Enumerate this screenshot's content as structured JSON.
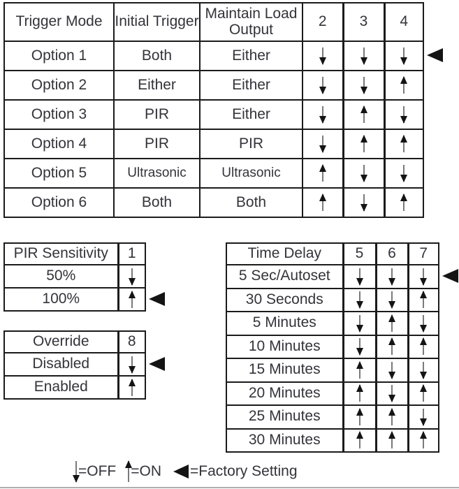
{
  "trigger_table": {
    "headers": [
      "Trigger Mode",
      "Initial Trigger",
      "Maintain Load Output",
      "2",
      "3",
      "4"
    ],
    "rows": [
      {
        "option": "Option 1",
        "initial": "Both",
        "maintain": "Either",
        "switches": [
          "down",
          "down",
          "down"
        ],
        "factory": true
      },
      {
        "option": "Option 2",
        "initial": "Either",
        "maintain": "Either",
        "switches": [
          "down",
          "down",
          "up"
        ],
        "factory": false
      },
      {
        "option": "Option 3",
        "initial": "PIR",
        "maintain": "Either",
        "switches": [
          "down",
          "up",
          "down"
        ],
        "factory": false
      },
      {
        "option": "Option 4",
        "initial": "PIR",
        "maintain": "PIR",
        "switches": [
          "down",
          "up",
          "up"
        ],
        "factory": false
      },
      {
        "option": "Option 5",
        "initial": "Ultrasonic",
        "maintain": "Ultrasonic",
        "switches": [
          "up",
          "down",
          "down"
        ],
        "factory": false
      },
      {
        "option": "Option 6",
        "initial": "Both",
        "maintain": "Both",
        "switches": [
          "up",
          "down",
          "up"
        ],
        "factory": false
      }
    ]
  },
  "pir_table": {
    "title": "PIR Sensitivity",
    "switch_no": "1",
    "rows": [
      {
        "label": "50%",
        "switch": "down",
        "factory": false
      },
      {
        "label": "100%",
        "switch": "up",
        "factory": true
      }
    ]
  },
  "override_table": {
    "title": "Override",
    "switch_no": "8",
    "rows": [
      {
        "label": "Disabled",
        "switch": "down",
        "factory": true
      },
      {
        "label": "Enabled",
        "switch": "up",
        "factory": false
      }
    ]
  },
  "time_delay_table": {
    "title": "Time Delay",
    "switch_nos": [
      "5",
      "6",
      "7"
    ],
    "rows": [
      {
        "label": "5 Sec/Autoset",
        "switches": [
          "down",
          "down",
          "down"
        ],
        "factory": true
      },
      {
        "label": "30 Seconds",
        "switches": [
          "down",
          "down",
          "up"
        ],
        "factory": false
      },
      {
        "label": "5 Minutes",
        "switches": [
          "down",
          "up",
          "down"
        ],
        "factory": false
      },
      {
        "label": "10 Minutes",
        "switches": [
          "down",
          "up",
          "up"
        ],
        "factory": false
      },
      {
        "label": "15 Minutes",
        "switches": [
          "up",
          "down",
          "down"
        ],
        "factory": false
      },
      {
        "label": "20 Minutes",
        "switches": [
          "up",
          "down",
          "up"
        ],
        "factory": false
      },
      {
        "label": "25 Minutes",
        "switches": [
          "up",
          "up",
          "down"
        ],
        "factory": false
      },
      {
        "label": "30 Minutes",
        "switches": [
          "up",
          "up",
          "up"
        ],
        "factory": false
      }
    ]
  },
  "legend": {
    "off_label": "=OFF",
    "on_label": "=ON",
    "factory_label": "=Factory Setting"
  },
  "colors": {
    "text": "#33333a",
    "border": "#1b1b1b",
    "arrow_shaft": "#7a7a7a",
    "arrow_head": "#141414",
    "divider": "#aeaeae"
  }
}
